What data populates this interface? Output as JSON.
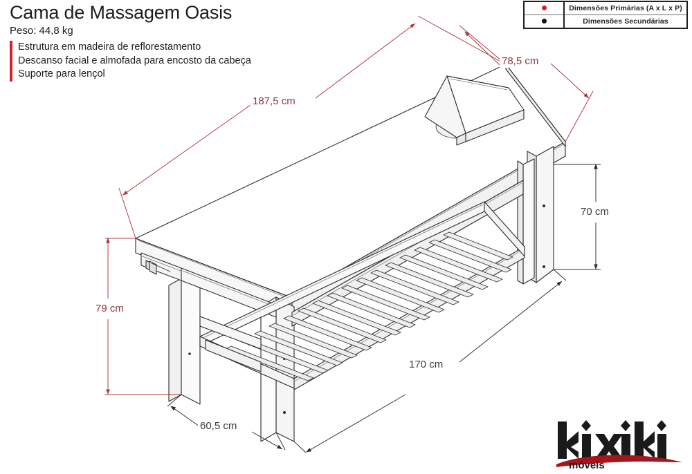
{
  "header": {
    "title": "Cama de Massagem Oasis",
    "weight": "Peso: 44,8 kg",
    "accent_color": "#d0222c",
    "features": [
      "Estrutura em madeira de reflorestamento",
      "Descanso facial e almofada para encosto da cabeça",
      "Suporte para lençol"
    ]
  },
  "legend": {
    "rows": [
      {
        "dot_color": "#e02020",
        "label": "Dimensões Primárias (A x L x P)"
      },
      {
        "dot_color": "#111111",
        "label": "Dimensões Secundárias"
      }
    ]
  },
  "dimensions": {
    "length_top": "187,5 cm",
    "width_top": "78,5 cm",
    "height_secondary": "70 cm",
    "height_primary": "79 cm",
    "length_bottom": "170 cm",
    "depth_bottom": "60,5 cm"
  },
  "colors": {
    "primary_dimension": "#8c3a40",
    "secondary_dimension": "#3b3b3b",
    "drawing_outline": "#2b2b2b",
    "brand_red": "#a3161c"
  },
  "logo": {
    "name": "kixiki",
    "tagline": "móveis"
  },
  "chart_data": {
    "type": "table",
    "title": "Cama de Massagem Oasis",
    "categories": [
      "187,5 cm",
      "78,5 cm",
      "70 cm",
      "79 cm",
      "170 cm",
      "60,5 cm"
    ],
    "values": [
      187.5,
      78.5,
      70,
      79,
      170,
      60.5
    ],
    "series": [
      {
        "name": "Dimensões Primárias (A x L x P)",
        "values": [
          187.5,
          78.5,
          79
        ]
      },
      {
        "name": "Dimensões Secundárias",
        "values": [
          170,
          60.5,
          70
        ]
      }
    ],
    "xlabel": "",
    "ylabel": "cm"
  }
}
